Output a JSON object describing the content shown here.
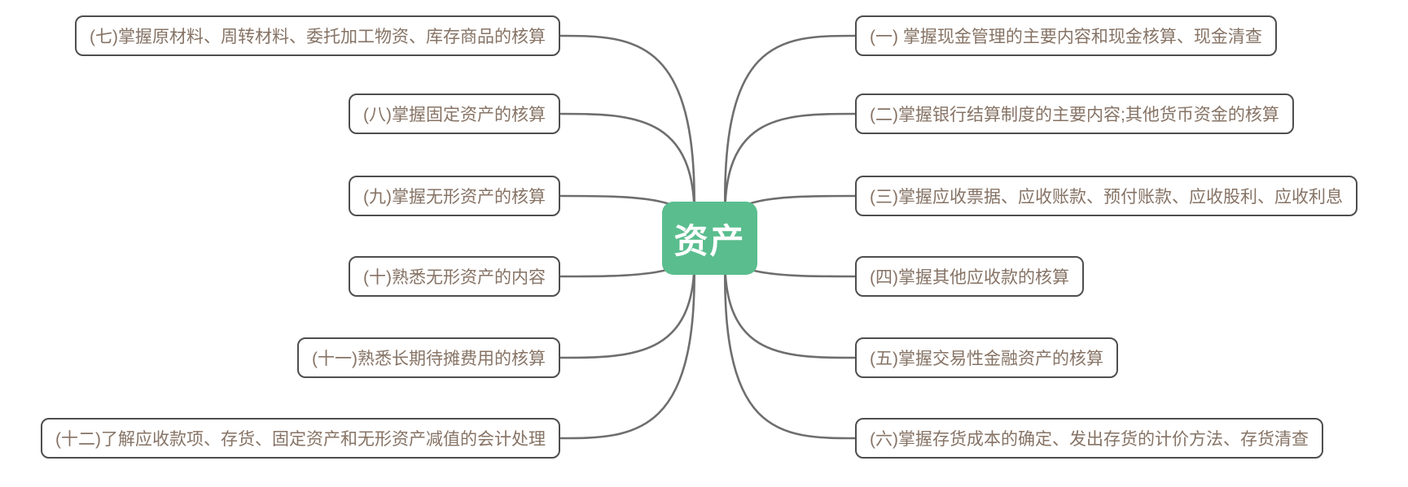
{
  "root": {
    "label": "资产"
  },
  "left_branches": [
    {
      "label": "(七)掌握原材料、周转材料、委托加工物资、库存商品的核算"
    },
    {
      "label": "(八)掌握固定资产的核算"
    },
    {
      "label": "(九)掌握无形资产的核算"
    },
    {
      "label": "(十)熟悉无形资产的内容"
    },
    {
      "label": "(十一)熟悉长期待摊费用的核算"
    },
    {
      "label": "(十二)了解应收款项、存货、固定资产和无形资产减值的会计处理"
    }
  ],
  "right_branches": [
    {
      "label": "(一) 掌握现金管理的主要内容和现金核算、现金清查"
    },
    {
      "label": "(二)掌握银行结算制度的主要内容;其他货币资金的核算"
    },
    {
      "label": "(三)掌握应收票据、应收账款、预付账款、应收股利、应收利息"
    },
    {
      "label": "(四)掌握其他应收款的核算"
    },
    {
      "label": "(五)掌握交易性金融资产的核算"
    },
    {
      "label": "(六)掌握存货成本的确定、发出存货的计价方法、存货清查"
    }
  ],
  "colors": {
    "root_bg": "#5abd8e",
    "root_text": "#ffffff",
    "branch_border": "#4e4e4e",
    "branch_text": "#867365",
    "link": "#6e6e6e",
    "background": "#ffffff"
  }
}
